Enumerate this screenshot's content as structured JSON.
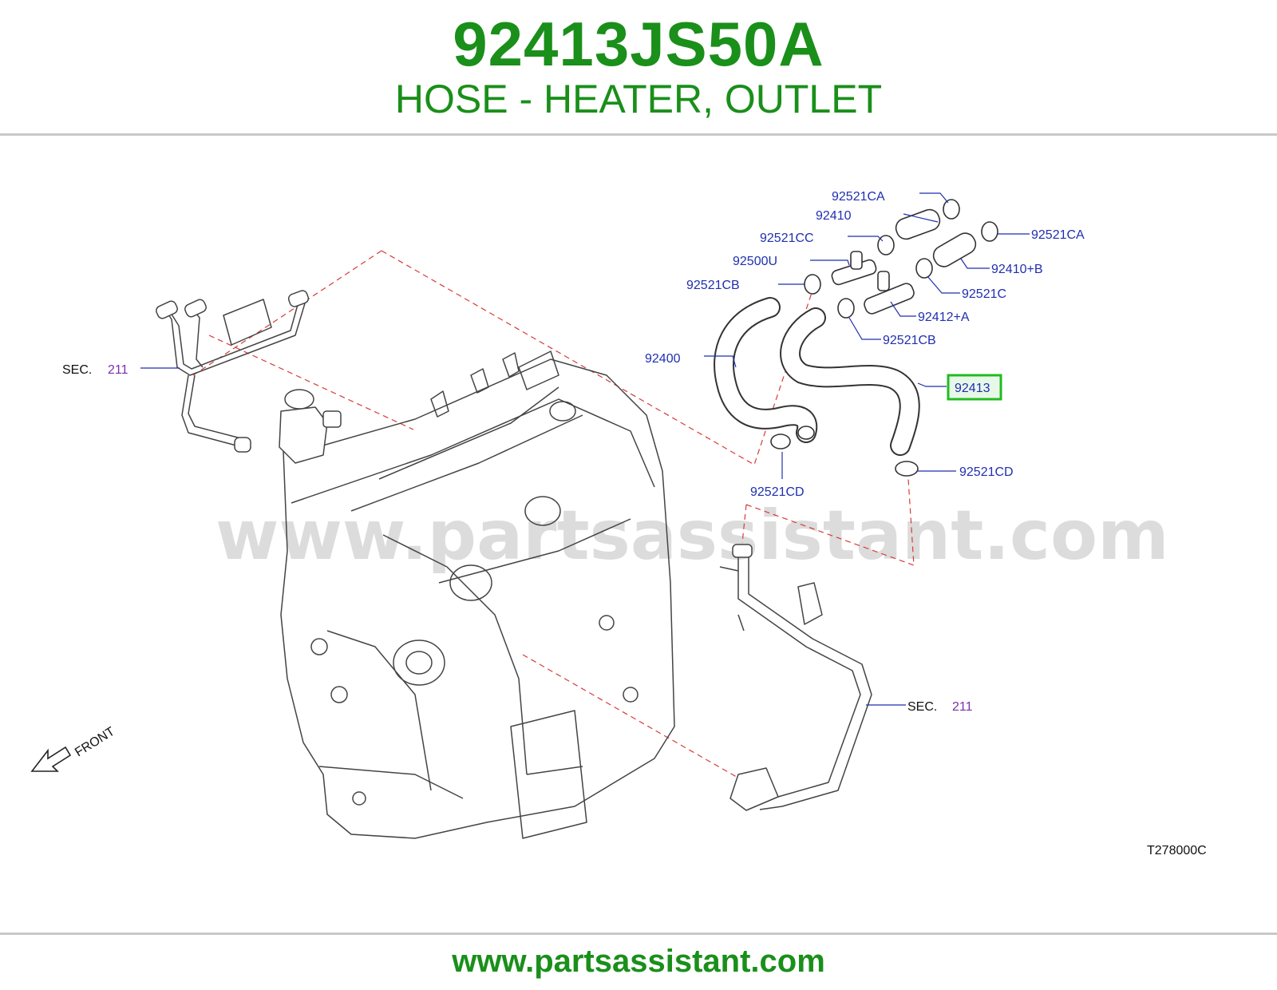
{
  "header": {
    "part_number": "92413JS50A",
    "description": "HOSE - HEATER, OUTLET"
  },
  "watermark": "www.partsassistant.com",
  "footer": {
    "url": "www.partsassistant.com"
  },
  "diagram": {
    "code": "T278000C",
    "front_label": "FRONT",
    "sections": [
      {
        "prefix": "SEC.",
        "number": "211"
      },
      {
        "prefix": "SEC.",
        "number": "211"
      }
    ],
    "callouts": [
      "92521CA",
      "92410",
      "92521CC",
      "92500U",
      "92521CB",
      "92521CA",
      "92410+B",
      "92521C",
      "92412+A",
      "92521CB",
      "92400",
      "92413",
      "92521CD",
      "92521CD"
    ],
    "highlighted_callout": "92413",
    "colors": {
      "brand_green": "#1a8f1a",
      "callout_blue": "#1f2fb0",
      "section_purple": "#7a2fb0",
      "highlight_box": "#22bb22",
      "guide_red": "#d83a3a"
    }
  }
}
